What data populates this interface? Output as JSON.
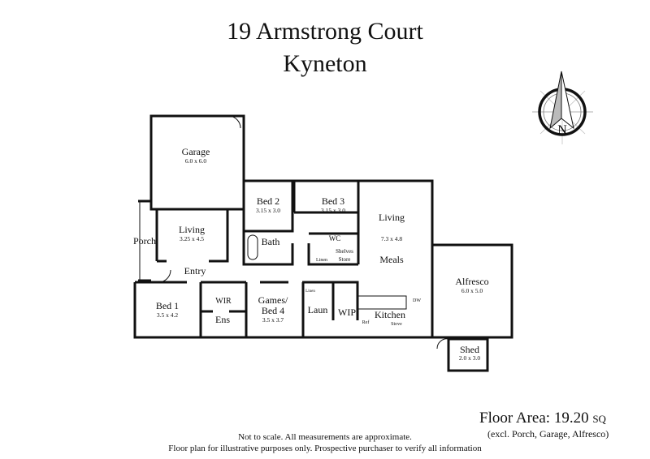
{
  "header": {
    "address": "19 Armstrong Court",
    "suburb": "Kyneton"
  },
  "compass": {
    "label": "N",
    "icon": "north-arrow-icon"
  },
  "rooms": {
    "garage": {
      "name": "Garage",
      "dim": "6.0 x 6.0"
    },
    "living_front": {
      "name": "Living",
      "dim": "3.25 x 4.5"
    },
    "porch": {
      "name": "Porch"
    },
    "entry": {
      "name": "Entry"
    },
    "bed1": {
      "name": "Bed 1",
      "dim": "3.5 x 4.2"
    },
    "wir": {
      "name": "WIR"
    },
    "ens": {
      "name": "Ens"
    },
    "games": {
      "name": "Games/",
      "name2": "Bed 4",
      "dim": "3.5 x 3.7"
    },
    "bed2": {
      "name": "Bed 2",
      "dim": "3.15 x 3.0"
    },
    "bed3": {
      "name": "Bed 3",
      "dim": "3.15 x 3.0"
    },
    "bath": {
      "name": "Bath"
    },
    "wc": {
      "name": "WC"
    },
    "shelves": {
      "name": "Shelves"
    },
    "store": {
      "name": "Store"
    },
    "linen1": {
      "name": "Linen"
    },
    "linen2": {
      "name": "Linen"
    },
    "laun": {
      "name": "Laun"
    },
    "wip": {
      "name": "WIP"
    },
    "living_main": {
      "name": "Living",
      "dim": "7.3 x 4.8"
    },
    "meals": {
      "name": "Meals"
    },
    "kitchen": {
      "name": "Kitchen"
    },
    "ref": {
      "name": "Ref"
    },
    "stove": {
      "name": "Stove"
    },
    "dw": {
      "name": "DW"
    },
    "alfresco": {
      "name": "Alfresco",
      "dim": "6.0 x 5.0"
    },
    "shed": {
      "name": "Shed",
      "dim": "2.0 x 3.0"
    }
  },
  "footer": {
    "floor_area": "Floor Area: 19.20",
    "floor_area_unit": "SQ",
    "exclusions": "(excl. Porch, Garage, Alfresco)",
    "note1": "Not to scale. All measurements are approximate.",
    "note2": "Floor plan for illustrative purposes only. Prospective purchaser to verify all information"
  }
}
